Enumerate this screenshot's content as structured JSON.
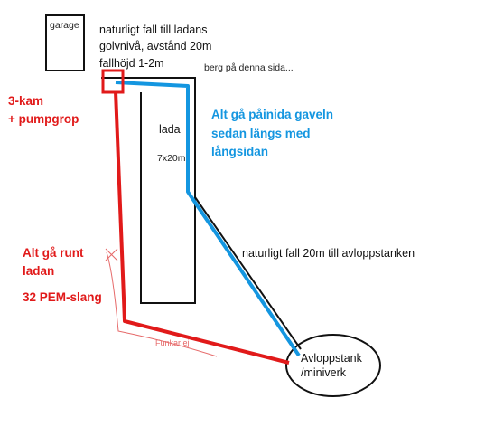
{
  "colors": {
    "ink": "#111111",
    "red": "#e11a1a",
    "blue": "#1496e0",
    "faint_red": "#e66a6a"
  },
  "labels": {
    "garage": "garage",
    "natural_fall_line1": "naturligt fall till ladans",
    "natural_fall_line2": "golvnivå, avstånd 20m",
    "natural_fall_line3": "fallhöjd 1-2m",
    "berg": "berg på denna sida...",
    "lada": "lada",
    "lada_size": "7x20m",
    "three_kam_line1": "3-kam",
    "three_kam_line2": "+ pumpgrop",
    "blue_note_line1": "Alt gå påinida  gaveln",
    "blue_note_line2": "sedan längs med",
    "blue_note_line3": "långsidan",
    "natural_fall_tank": "naturligt fall 20m till avloppstanken",
    "red_note_line1": "Alt gå runt",
    "red_note_line2": "ladan",
    "red_note_line3": "32 PEM-slang",
    "funkar": "Funkar ej",
    "tank_line1": "Avloppstank",
    "tank_line2": "/miniverk"
  }
}
